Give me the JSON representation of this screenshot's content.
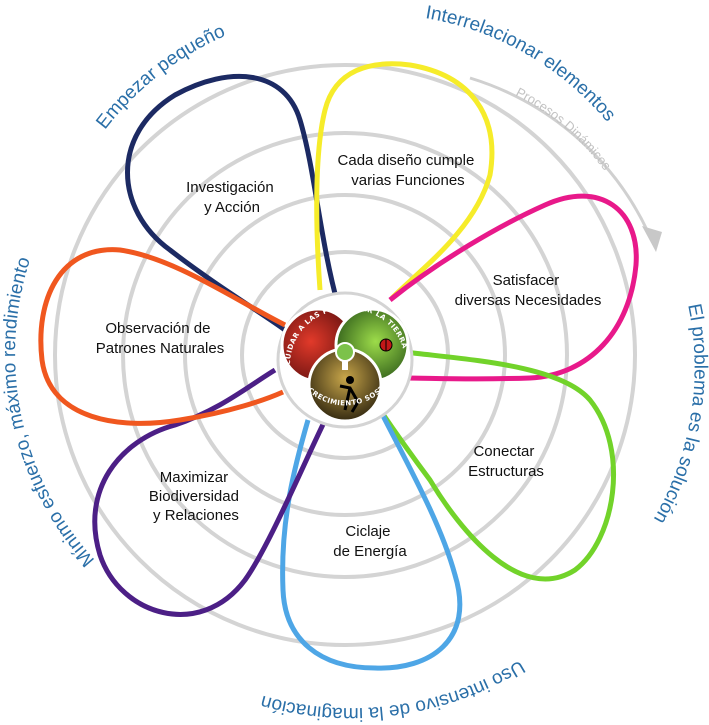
{
  "ring_labels": {
    "top_left": "Empezar pequeño",
    "top_right": "Interrelacionar elementos",
    "dynamic": "Procesos Dinámicos",
    "right": "El problema es la solución",
    "bottom": "Uso intensivo de la imaginación",
    "left": "Mínimo esfuerzo, máximo rendimiento"
  },
  "petals": [
    {
      "id": "investigacion",
      "lines": [
        "Investigación",
        "y Acción"
      ],
      "color": "#1c2a63"
    },
    {
      "id": "cada-diseno",
      "lines": [
        "Cada diseño cumple",
        "varias Funciones"
      ],
      "color": "#f6ec2a"
    },
    {
      "id": "satisfacer",
      "lines": [
        "Satisfacer",
        "diversas Necesidades"
      ],
      "color": "#e8198a"
    },
    {
      "id": "conectar",
      "lines": [
        "Conectar",
        "Estructuras"
      ],
      "color": "#72d32a"
    },
    {
      "id": "ciclaje",
      "lines": [
        "Ciclaje",
        "de Energía"
      ],
      "color": "#4ea6e6"
    },
    {
      "id": "maximizar",
      "lines": [
        "Maximizar",
        "Biodiversidad",
        "y Relaciones"
      ],
      "color": "#4c1f86"
    },
    {
      "id": "observacion",
      "lines": [
        "Observación de",
        "Patrones Naturales"
      ],
      "color": "#f0571f"
    }
  ],
  "hub": {
    "people": "CUIDAR A LAS PERSONAS",
    "earth": "CUIDAR LA TIERRA",
    "growth": "DECRECIMIENTO SOSTENIBLE"
  },
  "colors": {
    "ring": "#d4d4d4",
    "ring_text": "#2a6fa8",
    "arrow": "#c8c8c8"
  }
}
